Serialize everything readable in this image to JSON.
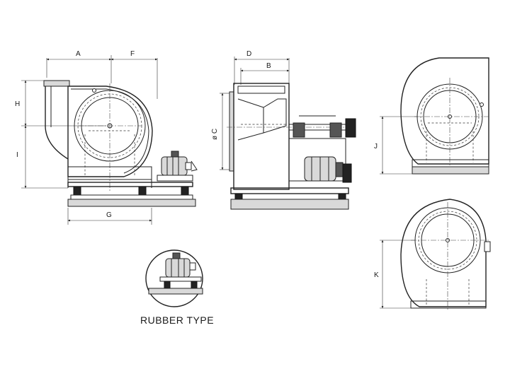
{
  "dimensions": {
    "A": "A",
    "F": "F",
    "H": "H",
    "I": "I",
    "G": "G",
    "D": "D",
    "B": "B",
    "C": "ø C",
    "J": "J",
    "K": "K"
  },
  "caption": "RUBBER TYPE"
}
